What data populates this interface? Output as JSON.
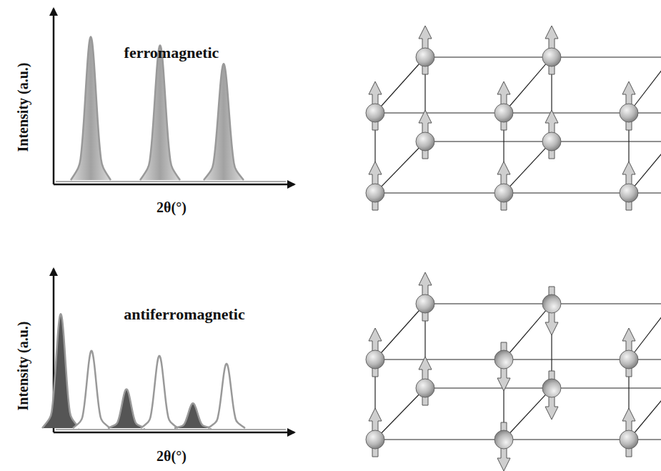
{
  "diagram": {
    "labels": [
      "ferromagnetic",
      "Intensity (a.u.)",
      "2θ(°)",
      "antiferromagnetic",
      "Intensity (a.u.)",
      "2θ(°)"
    ]
  }
}
